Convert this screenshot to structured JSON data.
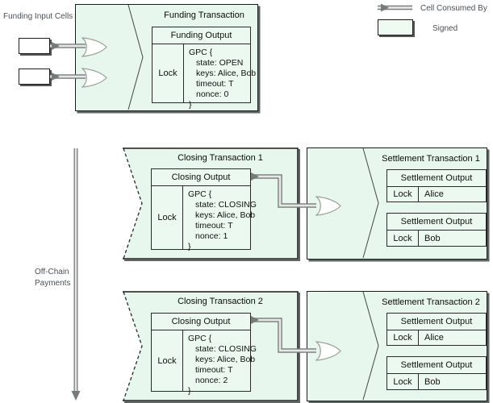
{
  "labels": {
    "funding_input": "Funding Input Cells",
    "offchain_line1": "Off-Chain",
    "offchain_line2": "Payments"
  },
  "legend": {
    "arrow_label": "Cell Consumed By",
    "box_label": "Signed"
  },
  "transactions": {
    "funding": {
      "title": "Funding Transaction",
      "output": {
        "title": "Funding Output",
        "lock": "Lock",
        "gpc": [
          "GPC {",
          "state: OPEN",
          "keys: Alice, Bob",
          "timeout: T",
          "nonce: 0",
          "}"
        ]
      }
    },
    "closing1": {
      "title": "Closing Transaction 1",
      "output": {
        "title": "Closing Output",
        "lock": "Lock",
        "gpc": [
          "GPC {",
          "state: CLOSING",
          "keys: Alice, Bob",
          "timeout: T",
          "nonce: 1",
          "}"
        ]
      }
    },
    "closing2": {
      "title": "Closing Transaction 2",
      "output": {
        "title": "Closing Output",
        "lock": "Lock",
        "gpc": [
          "GPC {",
          "state: CLOSING",
          "keys: Alice, Bob",
          "timeout: T",
          "nonce: 2",
          "}"
        ]
      }
    },
    "settlement1": {
      "title": "Settlement Transaction 1",
      "outputs": [
        {
          "title": "Settlement Output",
          "lock": "Lock",
          "owner": "Alice"
        },
        {
          "title": "Settlement Output",
          "lock": "Lock",
          "owner": "Bob"
        }
      ]
    },
    "settlement2": {
      "title": "Settlement Transaction 2",
      "outputs": [
        {
          "title": "Settlement Output",
          "lock": "Lock",
          "owner": "Alice"
        },
        {
          "title": "Settlement Output",
          "lock": "Lock",
          "owner": "Bob"
        }
      ]
    }
  },
  "colors": {
    "box_fill": "#e8f7ee",
    "border": "#1c1c1c",
    "arrow_outline": "#767b79",
    "arrow_fill": "#e6e6e6",
    "annotation_text": "#4b5058"
  }
}
